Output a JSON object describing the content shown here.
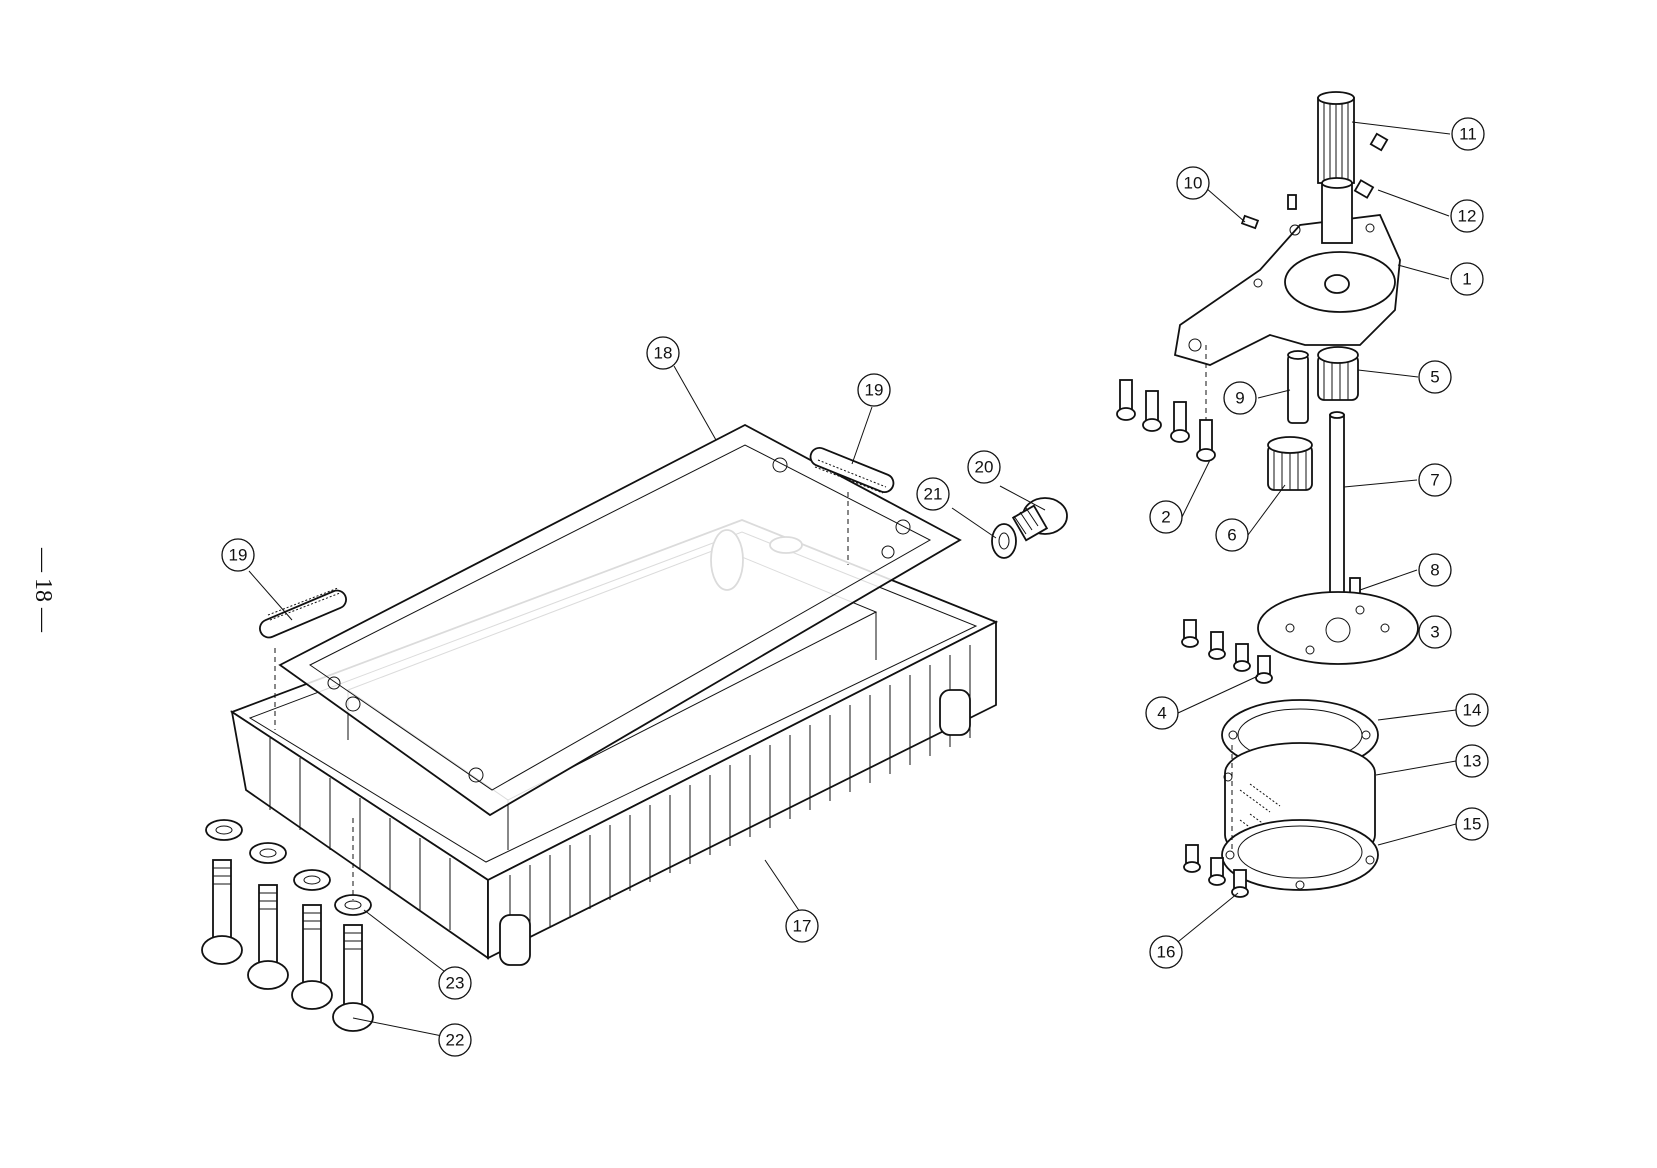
{
  "page": {
    "page_number": "— 18 —"
  },
  "diagram": {
    "callouts": [
      "1",
      "2",
      "3",
      "4",
      "5",
      "6",
      "7",
      "8",
      "9",
      "10",
      "11",
      "12",
      "13",
      "14",
      "15",
      "16",
      "17",
      "18",
      "19",
      "19",
      "20",
      "21",
      "22",
      "23"
    ]
  }
}
